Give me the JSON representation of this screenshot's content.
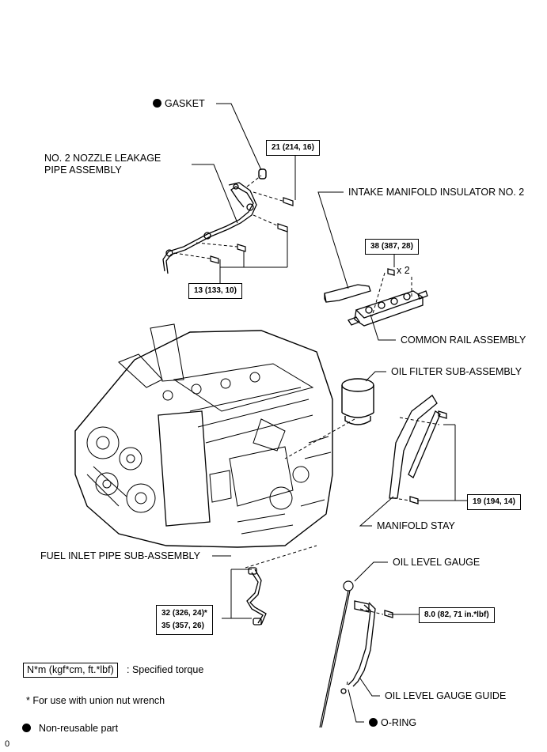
{
  "parts": {
    "gasket": "GASKET",
    "nozzle_pipe": "NO. 2 NOZZLE LEAKAGE\nPIPE ASSEMBLY",
    "intake_insulator": "INTAKE MANIFOLD INSULATOR NO. 2",
    "common_rail": "COMMON RAIL ASSEMBLY",
    "oil_filter": "OIL FILTER SUB-ASSEMBLY",
    "manifold_stay": "MANIFOLD STAY",
    "fuel_inlet_pipe": "FUEL INLET PIPE SUB-ASSEMBLY",
    "oil_level_gauge": "OIL LEVEL GAUGE",
    "oil_level_gauge_guide": "OIL LEVEL GAUGE GUIDE",
    "o_ring": "O-RING"
  },
  "torques": {
    "t21": "21 (214, 16)",
    "t38": "38 (387, 28)",
    "t13": "13 (133, 10)",
    "t19": "19 (194, 14)",
    "t32": "32 (326, 24)*",
    "t35": "35 (357, 26)",
    "t8": "8.0 (82, 71 in.*lbf)"
  },
  "quantity": "x 2",
  "legend": {
    "torque_box": "N*m (kgf*cm, ft.*lbf)",
    "torque_desc": ": Specified torque",
    "union_note": "* For use with union nut wrench",
    "non_reusable": "Non-reusable part"
  },
  "corner_mark": "0"
}
